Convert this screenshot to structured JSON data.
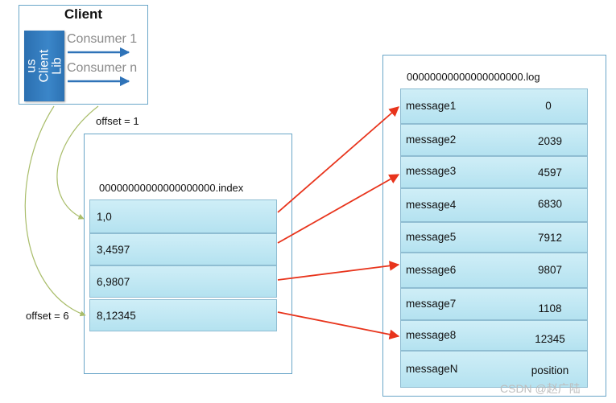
{
  "client": {
    "title": "Client",
    "lib_label": "us\nClient\nLib",
    "consumers": [
      "Consumer 1",
      "Consumer n"
    ]
  },
  "offsets": [
    "offset = 1",
    "offset = 6"
  ],
  "index": {
    "filename": "00000000000000000000.index",
    "entries": [
      "1,0",
      "3,4597",
      "6,9807",
      "8,12345"
    ]
  },
  "log": {
    "filename": "00000000000000000000.log",
    "entries": [
      {
        "message": "message1",
        "position": "0"
      },
      {
        "message": "message2",
        "position": "2039"
      },
      {
        "message": "message3",
        "position": "4597"
      },
      {
        "message": "message4",
        "position": "6830"
      },
      {
        "message": "message5",
        "position": "7912"
      },
      {
        "message": "message6",
        "position": "9807"
      },
      {
        "message": "message7",
        "position": "1108"
      },
      {
        "message": "message8",
        "position": "12345"
      },
      {
        "message": "messageN",
        "position": "position"
      }
    ]
  },
  "watermark": "CSDN @赵广陆",
  "colors": {
    "panel_border": "#6aa6c8",
    "cell_fill": "#c2e7f3",
    "lib_fill": "#3280c4",
    "consumer_arrow": "#2f73b8",
    "pointer_arrow": "#e8341c",
    "consumer_curve": "#a9bd6a"
  }
}
